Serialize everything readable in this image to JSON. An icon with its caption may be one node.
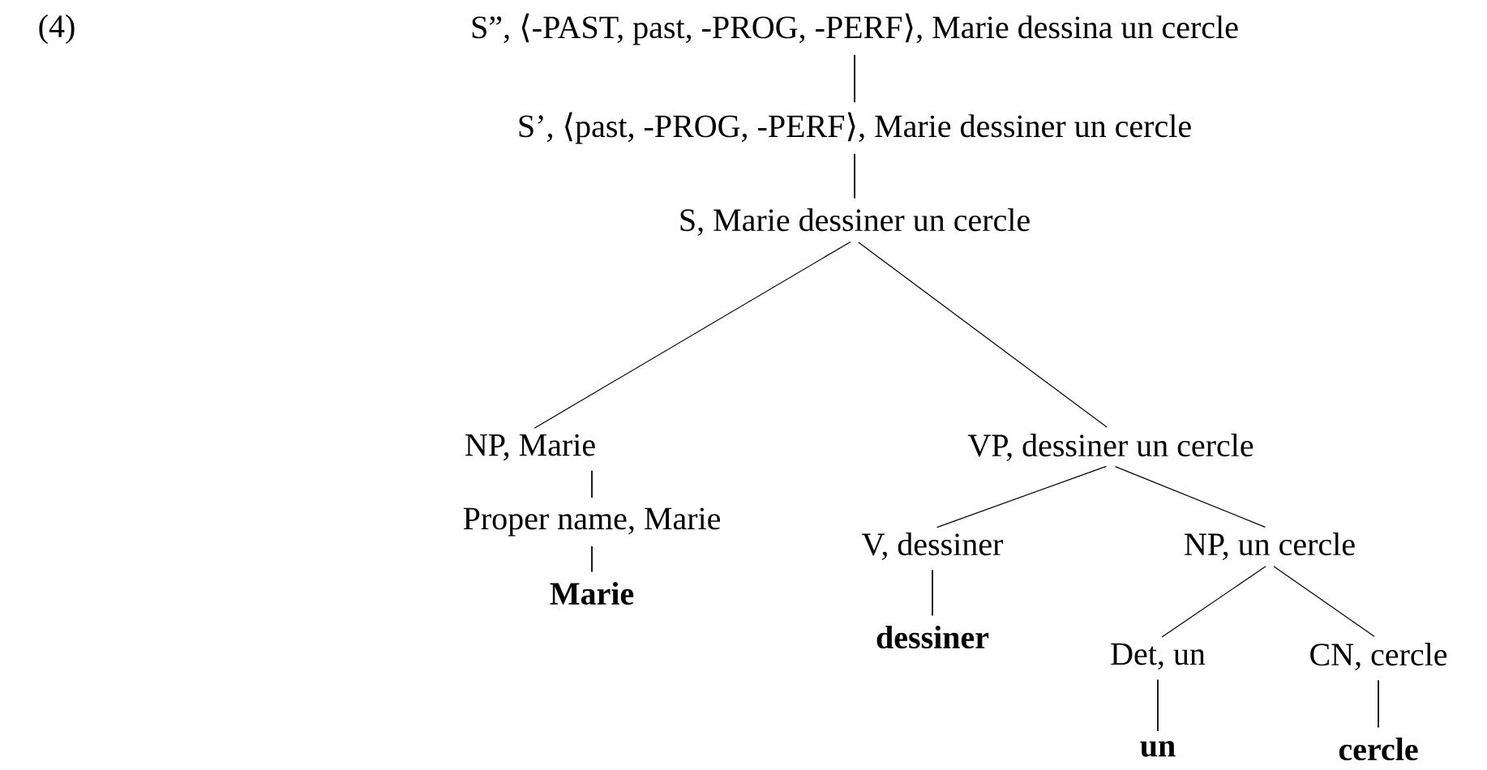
{
  "diagram": {
    "nodes": [
      {
        "text": [
          "S”, ⟨-PAST, past, -PROG, -PERF⟩, Marie dessina un cercle"
        ]
      },
      {
        "text": [
          "S’, ⟨past, -PROG, -PERF⟩, Marie dessiner un cercle"
        ]
      },
      {
        "text": [
          "S, Marie dessiner un cercle"
        ]
      },
      {
        "text": [
          "NP, Marie"
        ]
      },
      {
        "text": [
          "VP, dessiner un cercle"
        ]
      },
      {
        "text": [
          "Proper name, Marie"
        ]
      },
      {
        "text": [
          "Marie"
        ]
      },
      {
        "text": [
          "V, dessiner"
        ]
      },
      {
        "text": [
          "NP, un cercle"
        ]
      },
      {
        "text": [
          "dessiner"
        ]
      },
      {
        "text": [
          "Det, un"
        ]
      },
      {
        "text": [
          "CN, cercle"
        ]
      },
      {
        "text": [
          "un"
        ]
      },
      {
        "text": [
          "cercle"
        ]
      }
    ],
    "edges": [
      {
        "from": 0,
        "to": 1,
        "arrow": "none"
      },
      {
        "from": 1,
        "to": 2,
        "arrow": "none"
      },
      {
        "from": 2,
        "to": 3,
        "arrow": "none"
      },
      {
        "from": 2,
        "to": 4,
        "arrow": "none"
      },
      {
        "from": 3,
        "to": 5,
        "arrow": "none"
      },
      {
        "from": 5,
        "to": 6,
        "arrow": "none"
      },
      {
        "from": 4,
        "to": 7,
        "arrow": "none"
      },
      {
        "from": 4,
        "to": 8,
        "arrow": "none"
      },
      {
        "from": 7,
        "to": 9,
        "arrow": "none"
      },
      {
        "from": 8,
        "to": 10,
        "arrow": "none"
      },
      {
        "from": 8,
        "to": 11,
        "arrow": "none"
      },
      {
        "from": 10,
        "to": 12,
        "arrow": "none"
      },
      {
        "from": 11,
        "to": 13,
        "arrow": "none"
      }
    ],
    "labels": [
      "(4)"
    ]
  }
}
